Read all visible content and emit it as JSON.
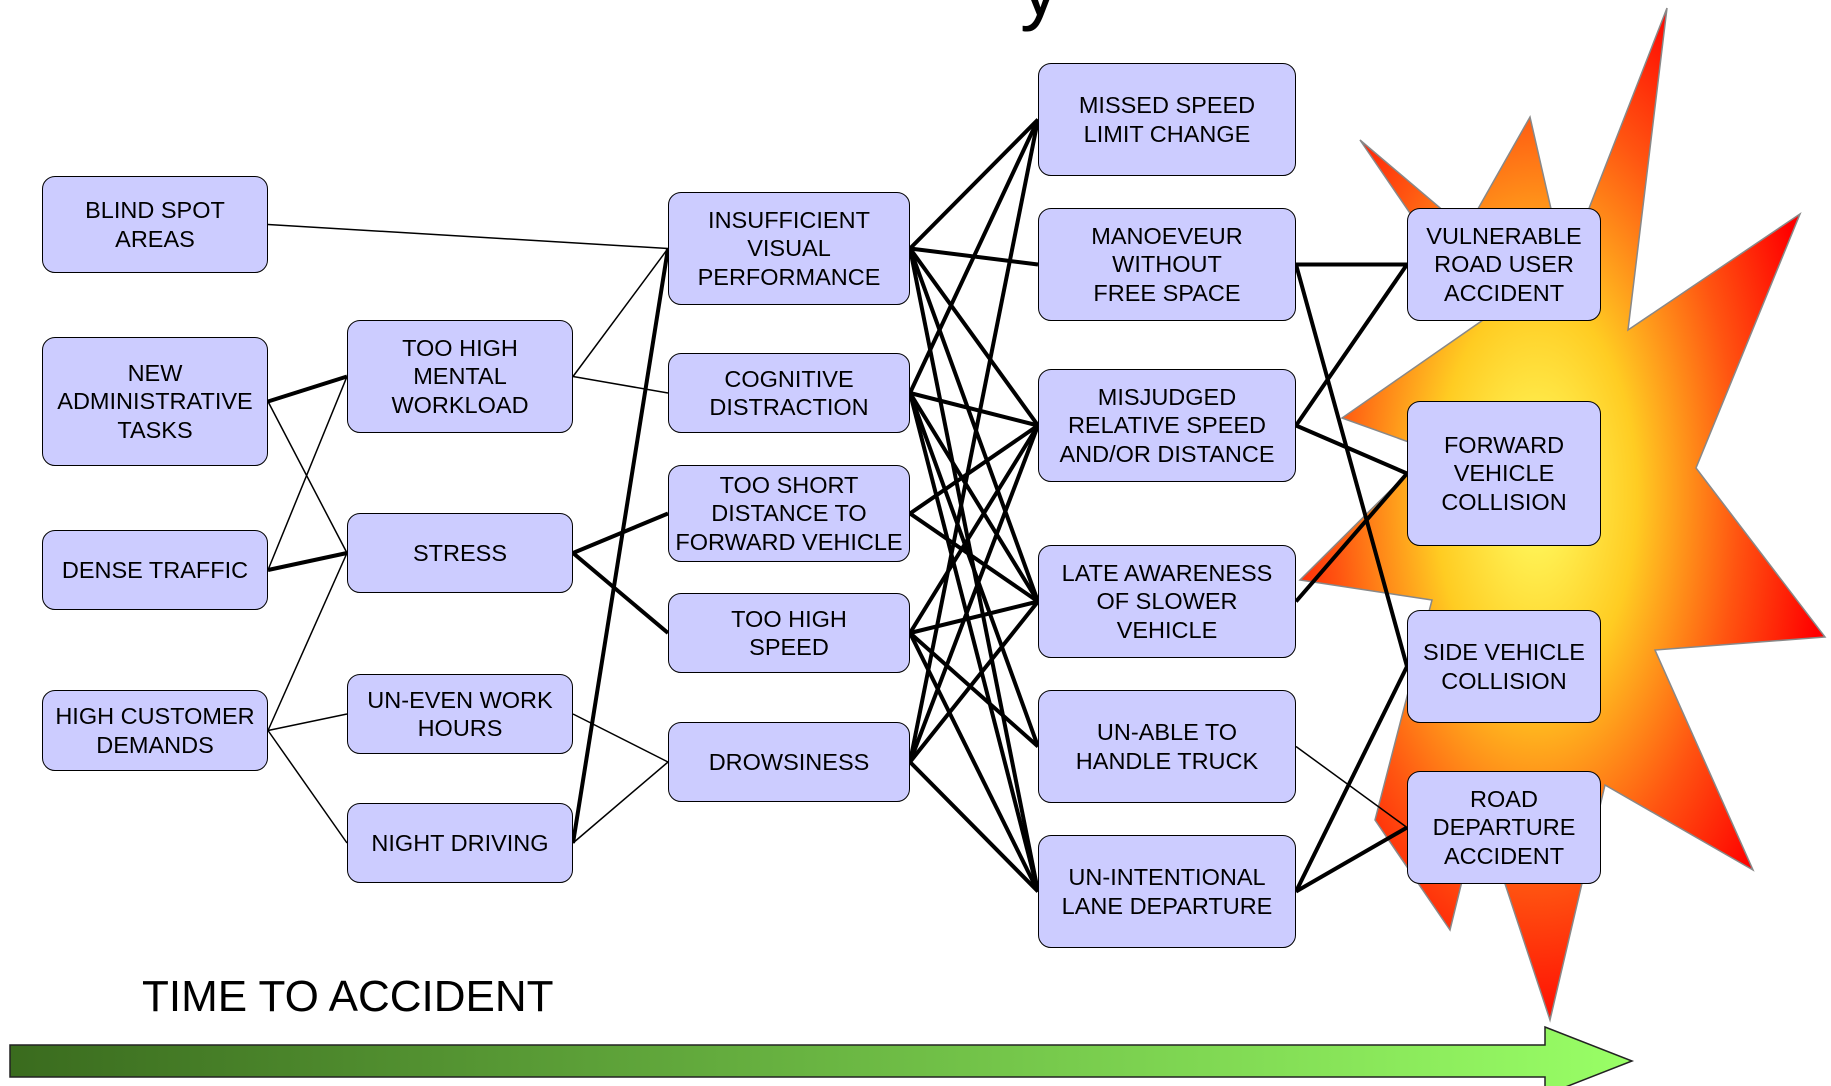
{
  "slide": {
    "title_fragment": "y",
    "time_label": "TIME TO ACCIDENT"
  },
  "colors": {
    "node_fill": "#ccccff",
    "burst_outer": "#ff0000",
    "burst_inner": "#ffff66",
    "arrow_dark": "#3a6b1e",
    "arrow_light": "#99ff66"
  },
  "nodes": {
    "blind_spot": "BLIND SPOT\nAREAS",
    "new_admin": "NEW\nADMINISTRATIVE\nTASKS",
    "dense_traffic": "DENSE TRAFFIC",
    "high_customer": "HIGH CUSTOMER\nDEMANDS",
    "mental_workload": "TOO HIGH\nMENTAL\nWORKLOAD",
    "stress": "STRESS",
    "uneven_hours": "UN-EVEN WORK\nHOURS",
    "night_driving": "NIGHT DRIVING",
    "insufficient_visual": "INSUFFICIENT\nVISUAL\nPERFORMANCE",
    "cognitive_distraction": "COGNITIVE\nDISTRACTION",
    "short_distance": "TOO SHORT\nDISTANCE TO\nFORWARD VEHICLE",
    "high_speed": "TOO HIGH\nSPEED",
    "drowsiness": "DROWSINESS",
    "missed_speed": "MISSED SPEED\nLIMIT CHANGE",
    "manoeveur": "MANOEVEUR\nWITHOUT\nFREE SPACE",
    "misjudged": "MISJUDGED\nRELATIVE SPEED\nAND/OR DISTANCE",
    "late_awareness": "LATE AWARENESS\nOF SLOWER\nVEHICLE",
    "unable_truck": "UN-ABLE TO\nHANDLE TRUCK",
    "lane_departure": "UN-INTENTIONAL\nLANE DEPARTURE",
    "vru_accident": "VULNERABLE\nROAD USER\nACCIDENT",
    "forward_collision": "FORWARD\nVEHICLE\nCOLLISION",
    "side_collision": "SIDE VEHICLE\nCOLLISION",
    "road_departure": "ROAD\nDEPARTURE\nACCIDENT"
  },
  "edges": [
    {
      "from": "blind_spot",
      "to": "insufficient_visual",
      "weight": "thin"
    },
    {
      "from": "new_admin",
      "to": "mental_workload",
      "weight": "thick"
    },
    {
      "from": "new_admin",
      "to": "stress",
      "weight": "thin"
    },
    {
      "from": "dense_traffic",
      "to": "mental_workload",
      "weight": "thin"
    },
    {
      "from": "dense_traffic",
      "to": "stress",
      "weight": "thick"
    },
    {
      "from": "high_customer",
      "to": "stress",
      "weight": "thin"
    },
    {
      "from": "high_customer",
      "to": "uneven_hours",
      "weight": "thin"
    },
    {
      "from": "high_customer",
      "to": "night_driving",
      "weight": "thin"
    },
    {
      "from": "mental_workload",
      "to": "insufficient_visual",
      "weight": "thin"
    },
    {
      "from": "mental_workload",
      "to": "cognitive_distraction",
      "weight": "thin"
    },
    {
      "from": "stress",
      "to": "short_distance",
      "weight": "thick"
    },
    {
      "from": "stress",
      "to": "high_speed",
      "weight": "thick"
    },
    {
      "from": "uneven_hours",
      "to": "drowsiness",
      "weight": "thin"
    },
    {
      "from": "night_driving",
      "to": "drowsiness",
      "weight": "thin"
    },
    {
      "from": "night_driving",
      "to": "insufficient_visual",
      "weight": "thick"
    },
    {
      "from": "insufficient_visual",
      "to": "missed_speed",
      "weight": "thick"
    },
    {
      "from": "insufficient_visual",
      "to": "manoeveur",
      "weight": "thick"
    },
    {
      "from": "insufficient_visual",
      "to": "misjudged",
      "weight": "thick"
    },
    {
      "from": "insufficient_visual",
      "to": "late_awareness",
      "weight": "thick"
    },
    {
      "from": "insufficient_visual",
      "to": "lane_departure",
      "weight": "thick"
    },
    {
      "from": "cognitive_distraction",
      "to": "missed_speed",
      "weight": "thick"
    },
    {
      "from": "cognitive_distraction",
      "to": "misjudged",
      "weight": "thick"
    },
    {
      "from": "cognitive_distraction",
      "to": "late_awareness",
      "weight": "thick"
    },
    {
      "from": "cognitive_distraction",
      "to": "unable_truck",
      "weight": "thick"
    },
    {
      "from": "cognitive_distraction",
      "to": "lane_departure",
      "weight": "thick"
    },
    {
      "from": "short_distance",
      "to": "misjudged",
      "weight": "thick"
    },
    {
      "from": "short_distance",
      "to": "late_awareness",
      "weight": "thick"
    },
    {
      "from": "high_speed",
      "to": "misjudged",
      "weight": "thick"
    },
    {
      "from": "high_speed",
      "to": "late_awareness",
      "weight": "thick"
    },
    {
      "from": "high_speed",
      "to": "unable_truck",
      "weight": "thick"
    },
    {
      "from": "high_speed",
      "to": "lane_departure",
      "weight": "thick"
    },
    {
      "from": "drowsiness",
      "to": "missed_speed",
      "weight": "thick"
    },
    {
      "from": "drowsiness",
      "to": "misjudged",
      "weight": "thick"
    },
    {
      "from": "drowsiness",
      "to": "late_awareness",
      "weight": "thick"
    },
    {
      "from": "drowsiness",
      "to": "lane_departure",
      "weight": "thick"
    },
    {
      "from": "manoeveur",
      "to": "vru_accident",
      "weight": "thick"
    },
    {
      "from": "manoeveur",
      "to": "side_collision",
      "weight": "thick"
    },
    {
      "from": "misjudged",
      "to": "vru_accident",
      "weight": "thick"
    },
    {
      "from": "misjudged",
      "to": "forward_collision",
      "weight": "thick"
    },
    {
      "from": "late_awareness",
      "to": "forward_collision",
      "weight": "thick"
    },
    {
      "from": "unable_truck",
      "to": "road_departure",
      "weight": "thin"
    },
    {
      "from": "lane_departure",
      "to": "side_collision",
      "weight": "thick"
    },
    {
      "from": "lane_departure",
      "to": "road_departure",
      "weight": "thick"
    }
  ]
}
